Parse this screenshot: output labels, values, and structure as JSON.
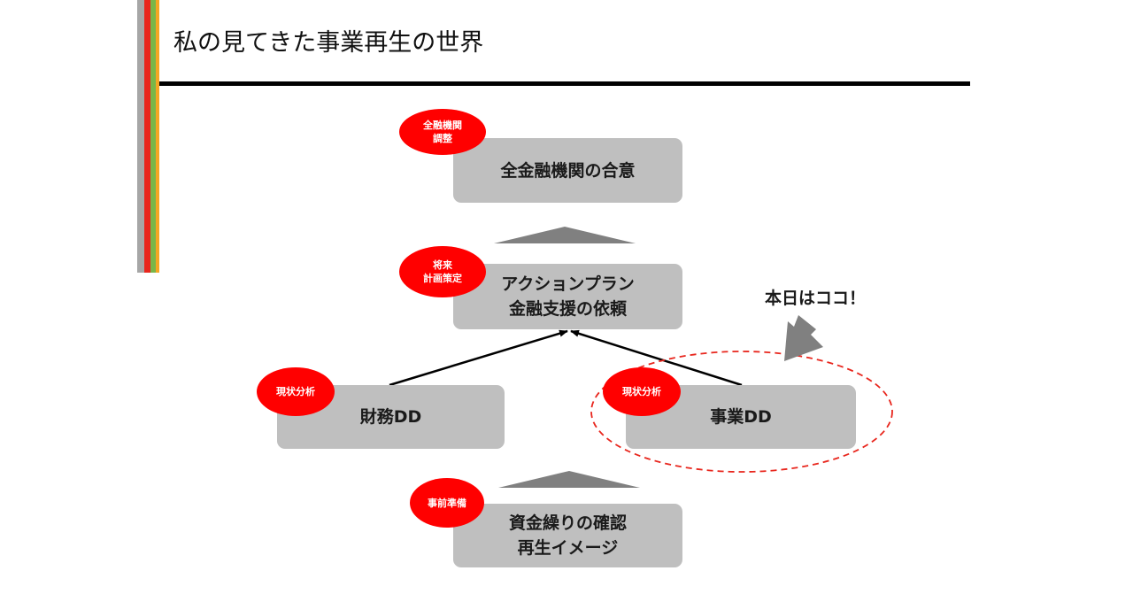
{
  "slide": {
    "title": "私の見てきた事業再生の世界"
  },
  "accent_colors": {
    "stripe_gray": "#a6a6a6",
    "stripe_red": "#e8261d",
    "stripe_green": "#7ab648",
    "stripe_orange": "#f5a623",
    "box_fill": "#bfbfbf",
    "badge_fill": "#ff0000",
    "arrow_fill": "#808080",
    "dashed_ellipse": "#e8261d"
  },
  "diagram": {
    "consensus": {
      "badge": [
        "全融機関",
        "調整"
      ],
      "label": [
        "全金融機関の合意"
      ]
    },
    "action_plan": {
      "badge": [
        "将来",
        "計画策定"
      ],
      "label": [
        "アクションプラン",
        "金融支援の依頼"
      ]
    },
    "financial_dd": {
      "badge": [
        "現状分析"
      ],
      "label": [
        "財務DD"
      ]
    },
    "business_dd": {
      "badge": [
        "現状分析"
      ],
      "label": [
        "事業DD"
      ]
    },
    "preparation": {
      "badge": [
        "事前準備"
      ],
      "label": [
        "資金繰りの確認",
        "再生イメージ"
      ]
    },
    "callout": "本日はココ！"
  }
}
